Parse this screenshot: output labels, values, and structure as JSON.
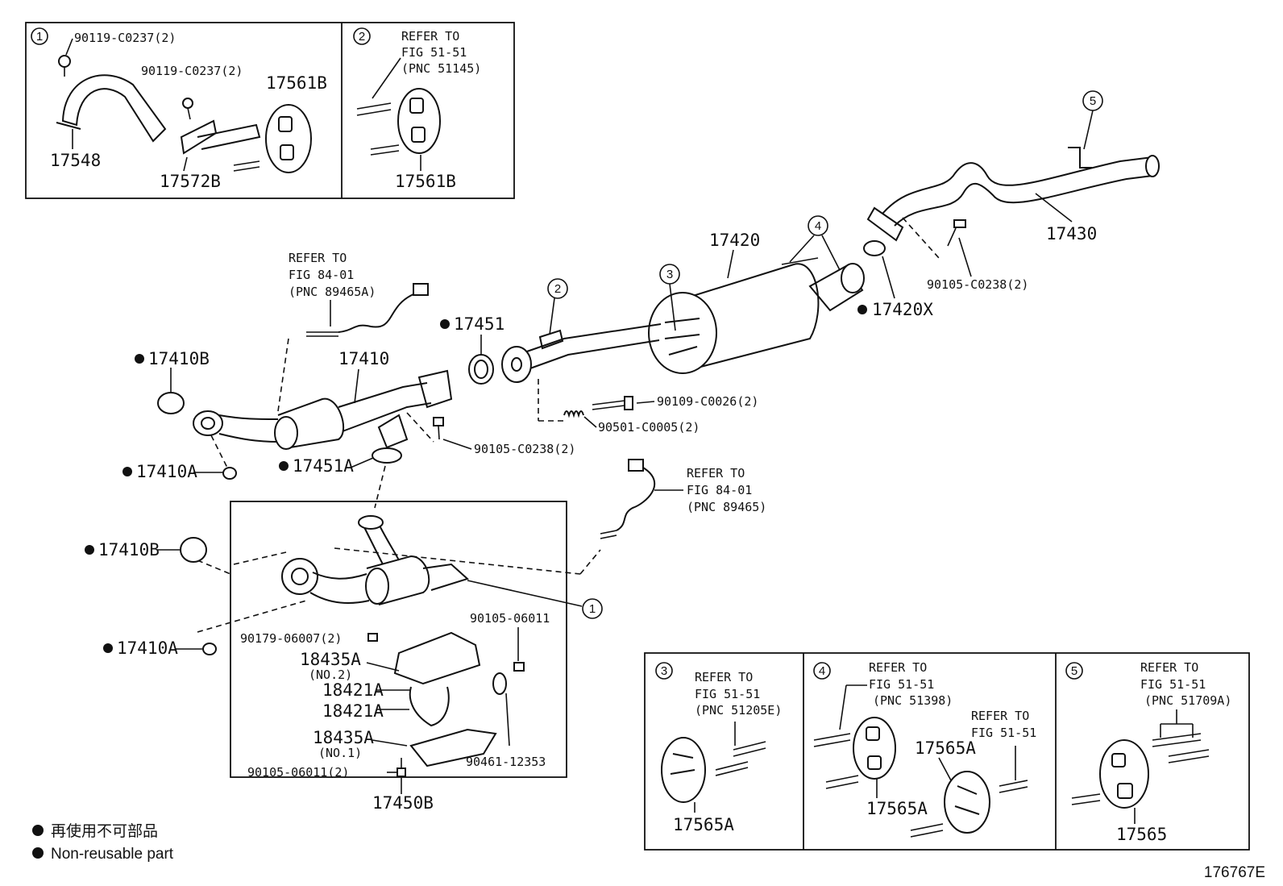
{
  "figure_id": "176767E",
  "callouts": {
    "c1": "1",
    "c2": "2",
    "c3": "3",
    "c4": "4",
    "c5": "5"
  },
  "refs": {
    "refer_to": "REFER TO",
    "fig_51_51": "FIG 51-51",
    "fig_84_01": "FIG 84-01",
    "pnc_51145": "(PNC 51145)",
    "pnc_89465a": "(PNC 89465A)",
    "pnc_89465": "(PNC 89465)",
    "pnc_51205e": "(PNC 51205E)",
    "pnc_51398": "(PNC 51398)",
    "pnc_51709a": "(PNC 51709A)"
  },
  "labels": {
    "p90119a": "90119-C0237(2)",
    "p90119b": "90119-C0237(2)",
    "p17548": "17548",
    "p17572b": "17572B",
    "p17561b_a": "17561B",
    "p17561b_b": "17561B",
    "p17430": "17430",
    "p90105_c0238_tail": "90105-C0238(2)",
    "p17420x": "17420X",
    "p17420": "17420",
    "p90109": "90109-C0026(2)",
    "p90501": "90501-C0005(2)",
    "p17451": "17451",
    "p17410": "17410",
    "p17410b": "17410B",
    "p17410a": "17410A",
    "p90105_c0238_front": "90105-C0238(2)",
    "p17451a": "17451A",
    "p90179": "90179-06007(2)",
    "p18435a": "18435A",
    "no2": "(NO.2)",
    "no1": "(NO.1)",
    "p18421a": "18421A",
    "p90105_06011_2": "90105-06011(2)",
    "p90105_06011": "90105-06011",
    "p90461": "90461-12353",
    "p17450b": "17450B",
    "p17565a": "17565A",
    "p17565": "17565"
  },
  "legend": {
    "ja": "再使用不可部品",
    "en": "Non-reusable part"
  }
}
